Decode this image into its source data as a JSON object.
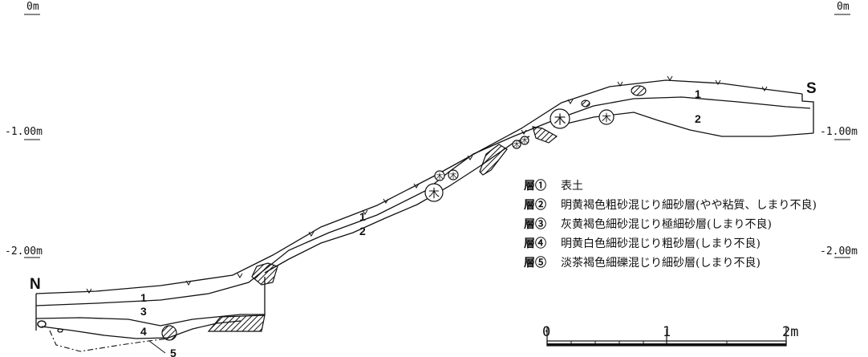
{
  "depth_labels": {
    "top_left": "0m",
    "top_right": "0m",
    "left_1": "-1.00m",
    "right_1": "-1.00m",
    "left_2": "-2.00m",
    "right_2": "-2.00m"
  },
  "directions": {
    "north": "N",
    "south": "S"
  },
  "layer_numbers": [
    "1",
    "2",
    "3",
    "4",
    "5"
  ],
  "tree_mark": "木",
  "legend": [
    {
      "key": "層①",
      "text": "表土"
    },
    {
      "key": "層②",
      "text": "明黄褐色粗砂混じり細砂層(やや粘質、しまり不良)"
    },
    {
      "key": "層③",
      "text": "灰黄褐色細砂混じり極細砂層(しまり不良)"
    },
    {
      "key": "層④",
      "text": "明黄白色細砂混じり粗砂層(しまり不良)"
    },
    {
      "key": "層⑤",
      "text": "淡茶褐色細礫混じり細砂層(しまり不良)"
    }
  ],
  "scale_bar": {
    "labels": [
      "0",
      "1",
      "2m"
    ]
  }
}
